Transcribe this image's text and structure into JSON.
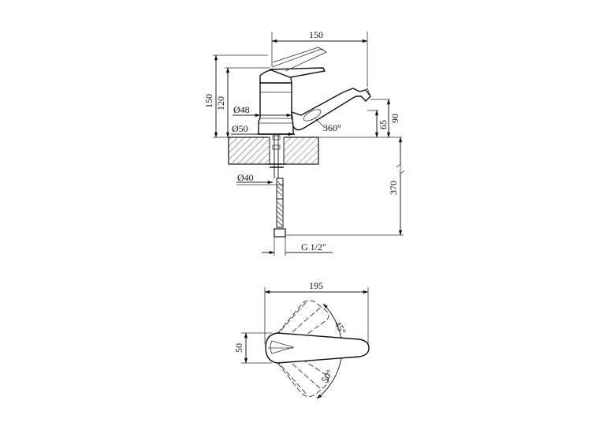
{
  "side_view": {
    "width_150": "150",
    "height_150": "150",
    "height_120": "120",
    "diameter_48": "Ø48",
    "diameter_50": "Ø50",
    "rotation_360": "360°",
    "height_90": "90",
    "height_65": "65",
    "diameter_40": "Ø40",
    "hose_370": "370",
    "thread": "G 1/2\""
  },
  "top_view": {
    "width_195": "195",
    "angle_45": "45°",
    "angle_50": "50°",
    "width_50": "50"
  }
}
